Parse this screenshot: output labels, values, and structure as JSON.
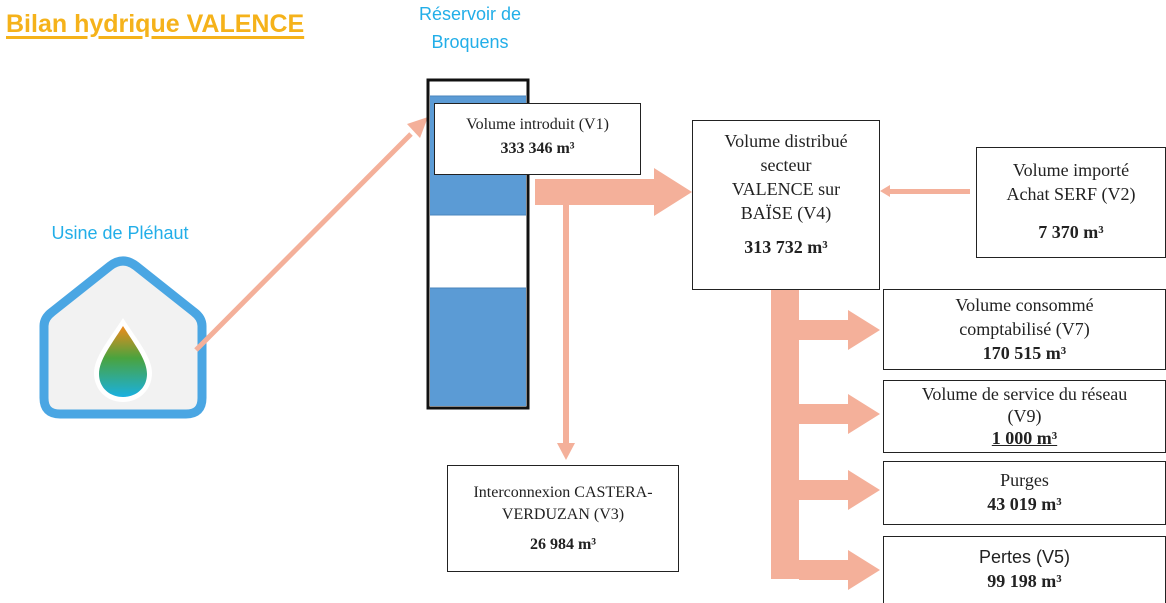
{
  "title": "Bilan hydrique VALENCE",
  "reservoir_label": [
    "Réservoir de",
    "Broquens"
  ],
  "plant_label": "Usine de Pléhaut",
  "boxes": {
    "v1": {
      "label": "Volume  introduit (V1)",
      "value": "333 346 m³"
    },
    "v4": {
      "lines": [
        "Volume distribué",
        "secteur",
        "VALENCE sur",
        "BAÏSE (V4)"
      ],
      "value": "313 732 m³"
    },
    "v2": {
      "lines": [
        "Volume importé",
        "Achat SERF (V2)"
      ],
      "value": "7 370 m³"
    },
    "v3": {
      "lines": [
        "Interconnexion CASTERA-",
        "VERDUZAN (V3)"
      ],
      "value": "26 984 m³"
    },
    "v7": {
      "lines": [
        "Volume consommé",
        "comptabilisé (V7)"
      ],
      "value": "170 515 m³"
    },
    "v9": {
      "lines": [
        "Volume de service du réseau",
        "(V9)"
      ],
      "value": "1 000 m³"
    },
    "purges": {
      "label": "Purges",
      "value": "43 019  m³"
    },
    "v5": {
      "label": "Pertes (V5)",
      "value": "99 198 m³"
    }
  },
  "colors": {
    "arrow": "#f4b09a",
    "water": "#5b9bd5",
    "title": "#f5b21a",
    "label": "#22aee8",
    "house": "#4aa6e3"
  },
  "icons": [
    "house-icon",
    "water-drop-icon"
  ]
}
